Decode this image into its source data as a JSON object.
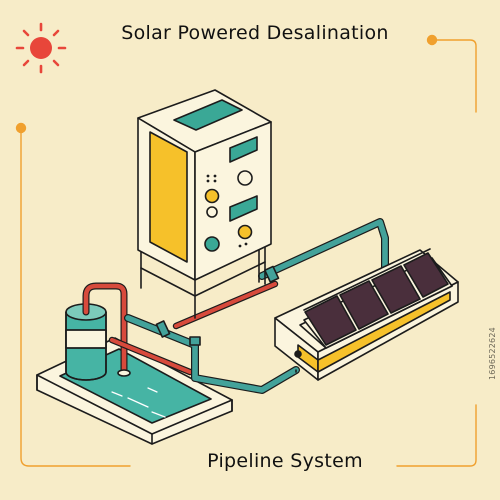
{
  "header": {
    "title": "Solar Powered Desalination"
  },
  "footer": {
    "subtitle": "Pipeline System"
  },
  "watermark": {
    "id": "1696522624"
  },
  "colors": {
    "background": "#f7ecc8",
    "outline": "#1c1c1c",
    "accent_orange": "#f0a02e",
    "sun": "#e8463a",
    "cabinet_yellow": "#f6c12a",
    "panel_teal": "#3aa896",
    "hot_pipe": "#d74a3c",
    "cold_pipe": "#43a29a",
    "solar_cell": "#4a2f3c",
    "water": "#46b4a4"
  },
  "icons": [
    "sun-icon",
    "control-cabinet",
    "solar-panel-unit",
    "water-tank",
    "reservoir-pool",
    "pipeline"
  ]
}
